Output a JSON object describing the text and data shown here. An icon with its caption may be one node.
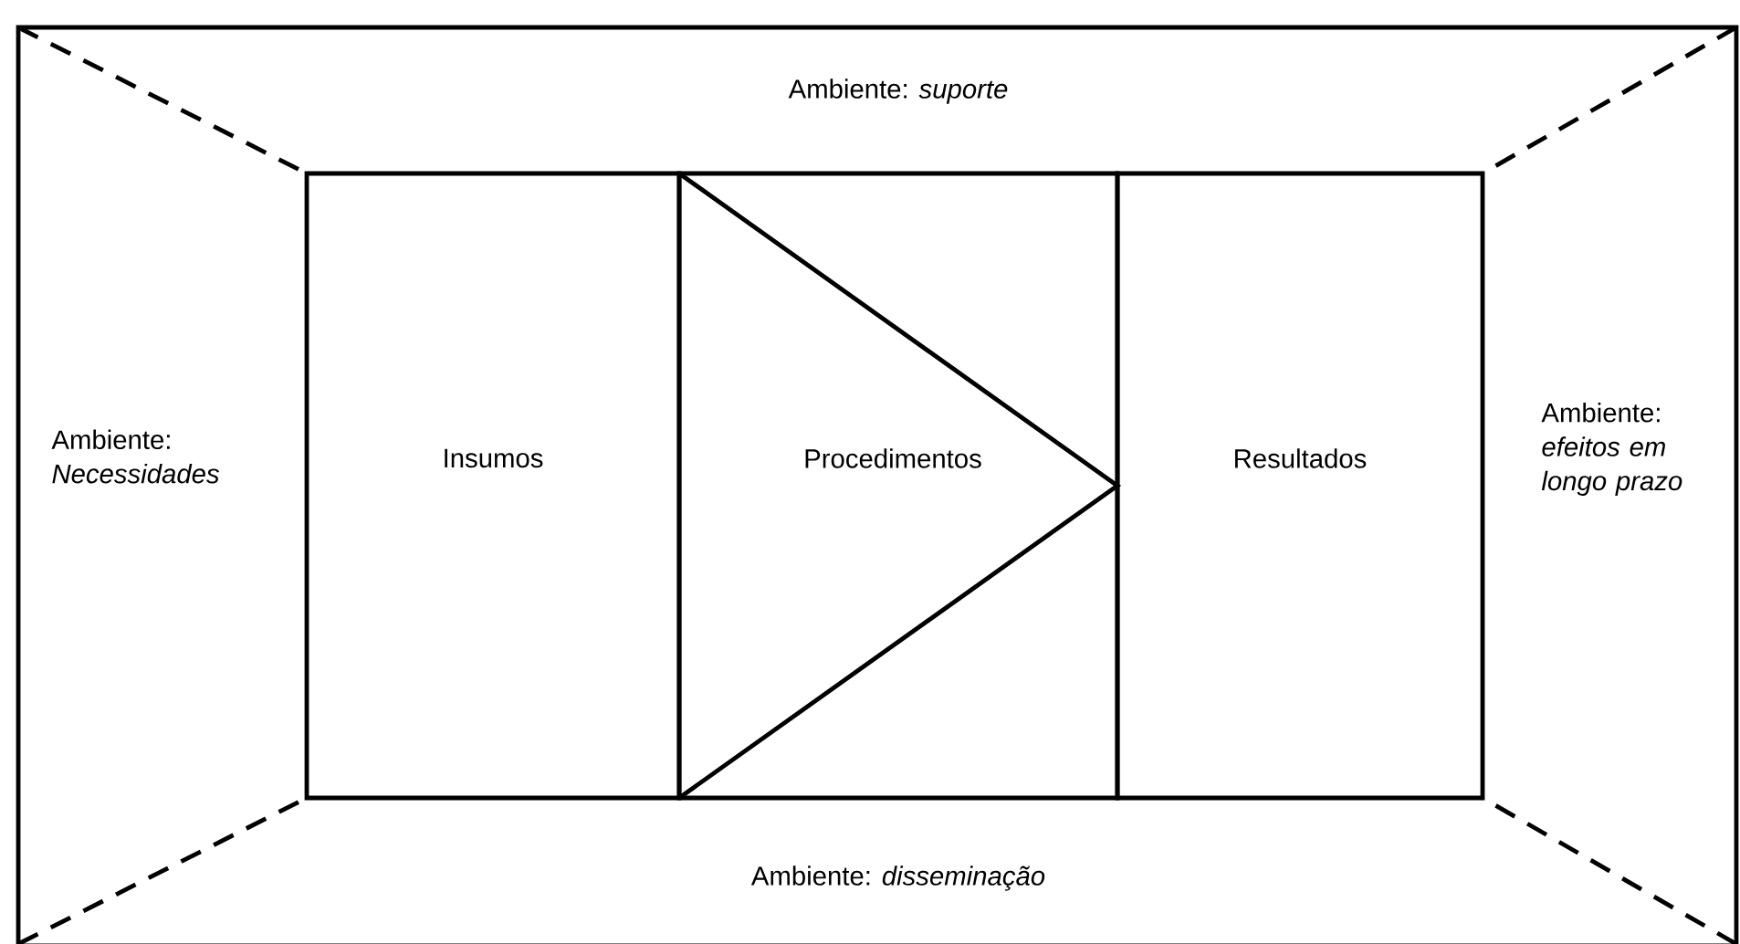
{
  "diagram": {
    "nodes": [
      {
        "text": [
          "Insumos"
        ]
      },
      {
        "text": [
          "Procedimentos"
        ]
      },
      {
        "text": [
          "Resultados"
        ]
      }
    ],
    "labels": [
      "Ambiente: *suporte*",
      "Ambiente: *Necessidades*",
      "Ambiente: *efeitos em longo prazo*",
      "Ambiente: *disseminação*"
    ]
  }
}
